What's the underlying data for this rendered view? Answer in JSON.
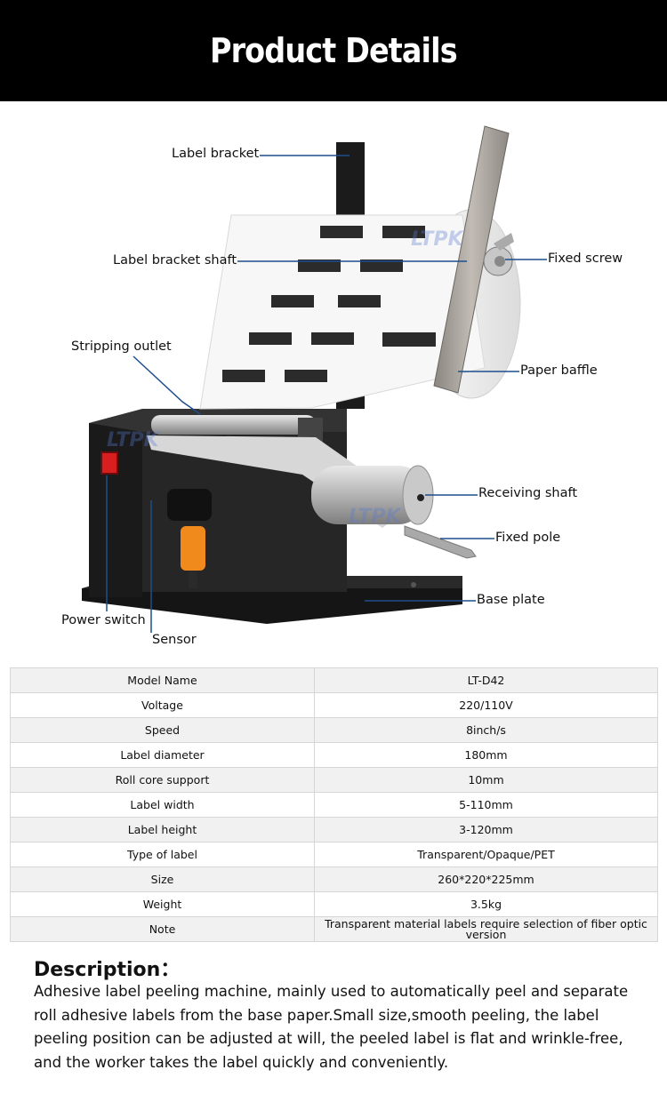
{
  "header": {
    "title": "Product Details"
  },
  "figure": {
    "watermark": "LTPK",
    "callouts": {
      "label_bracket": "Label bracket",
      "label_bracket_shaft": "Label bracket shaft",
      "stripping_outlet": "Stripping outlet",
      "power_switch": "Power switch",
      "sensor": "Sensor",
      "fixed_screw": "Fixed screw",
      "paper_baffle": "Paper baffle",
      "receiving_shaft": "Receiving shaft",
      "fixed_pole": "Fixed pole",
      "base_plate": "Base plate"
    },
    "colors": {
      "callout_line": "#1f4e8c",
      "switch": "#d81e1e",
      "sensor": "#f08a1c"
    }
  },
  "specs": [
    {
      "name": "Model Name",
      "value": "LT-D42"
    },
    {
      "name": "Voltage",
      "value": "220/110V"
    },
    {
      "name": "Speed",
      "value": "8inch/s"
    },
    {
      "name": "Label diameter",
      "value": "180mm"
    },
    {
      "name": "Roll core support",
      "value": "10mm"
    },
    {
      "name": "Label width",
      "value": "5-110mm"
    },
    {
      "name": "Label height",
      "value": "3-120mm"
    },
    {
      "name": "Type of label",
      "value": "Transparent/Opaque/PET"
    },
    {
      "name": "Size",
      "value": "260*220*225mm"
    },
    {
      "name": "Weight",
      "value": "3.5kg"
    },
    {
      "name": "Note",
      "value": "Transparent material labels require selection of fiber optic version"
    }
  ],
  "description": {
    "title": "Description：",
    "body": "Adhesive label peeling machine, mainly used to automatically peel and separate roll adhesive labels from the base paper.Small size,smooth peeling, the label peeling position can be adjusted at will, the peeled label is flat and wrinkle-free, and the worker takes the label quickly and conveniently."
  }
}
